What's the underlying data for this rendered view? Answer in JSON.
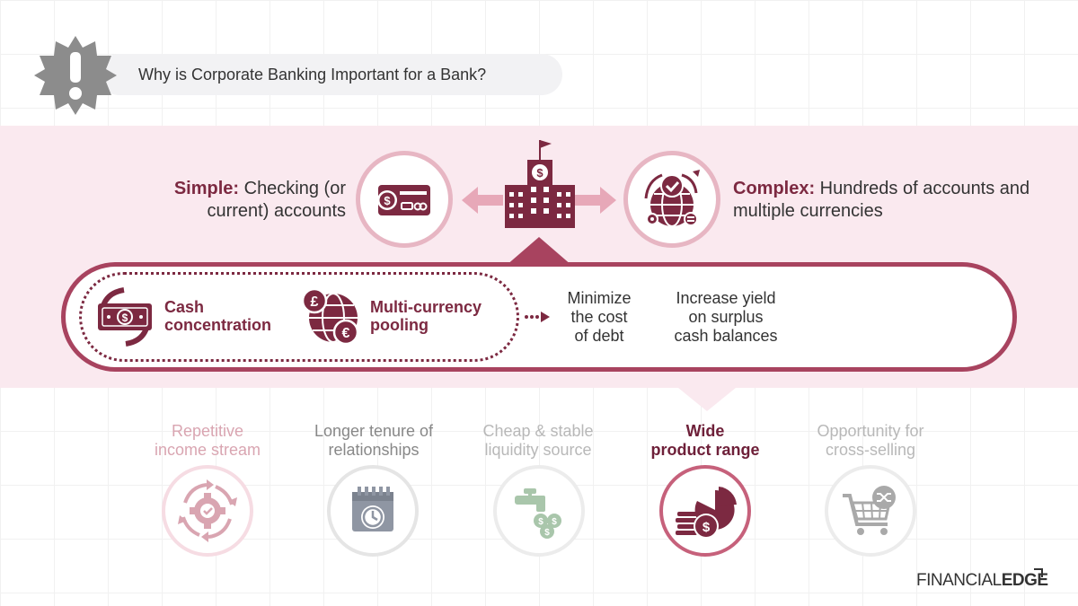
{
  "header": {
    "title": "Why is Corporate Banking Important for a Bank?"
  },
  "top": {
    "simple": {
      "bold": "Simple:",
      "text": " Checking (or current) accounts"
    },
    "complex": {
      "bold": "Complex:",
      "text": " Hundreds of accounts and multiple currencies"
    }
  },
  "pill": {
    "cash": {
      "line1": "Cash",
      "line2": "concentration"
    },
    "multi": {
      "line1": "Multi-currency",
      "line2": "pooling"
    },
    "minimize": {
      "line1": "Minimize",
      "line2": "the cost",
      "line3": "of debt"
    },
    "yield": {
      "line1": "Increase yield",
      "line2": "on surplus",
      "line3": "cash balances"
    }
  },
  "bottom": {
    "repetitive": {
      "line1": "Repetitive",
      "line2": "income stream"
    },
    "tenure": {
      "line1": "Longer tenure of",
      "line2": "relationships"
    },
    "cheap": {
      "line1": "Cheap & stable",
      "line2": "liquidity source"
    },
    "wide": {
      "line1": "Wide",
      "line2": "product range"
    },
    "cross": {
      "line1": "Opportunity for",
      "line2": "cross-selling"
    }
  },
  "logo": {
    "part1": "FINANCIAL",
    "part2": "EDGE"
  },
  "colors": {
    "brand_dark": "#7c2941",
    "brand_mid": "#a8435f",
    "band_pink": "#fae9ef",
    "light_pink": "#e7b6c3"
  },
  "icons": [
    "alert-badge-icon",
    "credit-card-icon",
    "bank-building-icon",
    "globe-network-icon",
    "cash-note-icon",
    "currency-globe-icon",
    "gear-cycle-icon",
    "calendar-clock-icon",
    "faucet-coins-icon",
    "coins-pie-icon",
    "shopping-cart-icon"
  ]
}
